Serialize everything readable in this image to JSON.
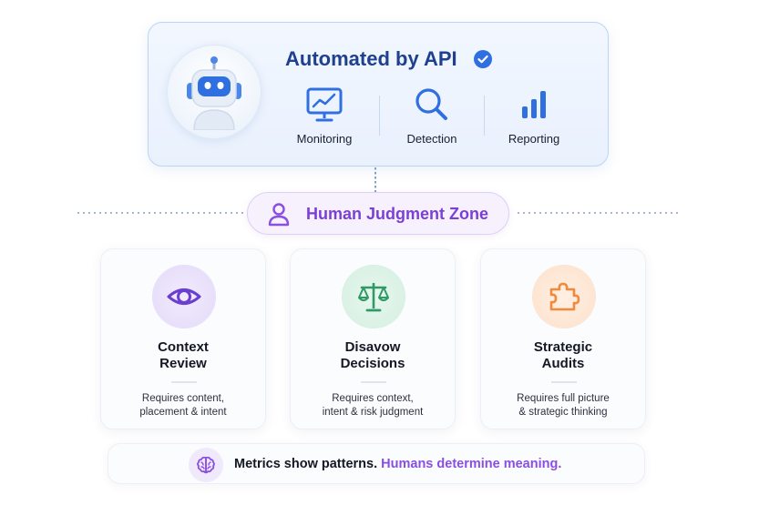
{
  "automation": {
    "title": "Automated by API",
    "items": [
      {
        "label": "Monitoring",
        "icon": "monitor-chart-icon"
      },
      {
        "label": "Detection",
        "icon": "magnifier-icon"
      },
      {
        "label": "Reporting",
        "icon": "bar-chart-icon"
      }
    ]
  },
  "zone": {
    "label": "Human Judgment Zone",
    "icon": "person-icon"
  },
  "cards": [
    {
      "title_line1": "Context",
      "title_line2": "Review",
      "desc_line1": "Requires content,",
      "desc_line2": "placement & intent",
      "icon": "eye-icon",
      "accent": "#6a3fd0"
    },
    {
      "title_line1": "Disavow",
      "title_line2": "Decisions",
      "desc_line1": "Requires context,",
      "desc_line2": "intent & risk judgment",
      "icon": "scales-icon",
      "accent": "#2f9a64"
    },
    {
      "title_line1": "Strategic",
      "title_line2": "Audits",
      "desc_line1": "Requires full picture",
      "desc_line2": "& strategic thinking",
      "icon": "puzzle-icon",
      "accent": "#f08a3c"
    }
  ],
  "footer": {
    "text_main": "Metrics show patterns.",
    "text_accent": "Humans determine meaning.",
    "icon": "brain-icon"
  },
  "colors": {
    "api_blue": "#2f6fe0",
    "title_navy": "#1f3f8f",
    "zone_purple": "#7a3fd6",
    "footer_accent": "#8a4fe0"
  }
}
